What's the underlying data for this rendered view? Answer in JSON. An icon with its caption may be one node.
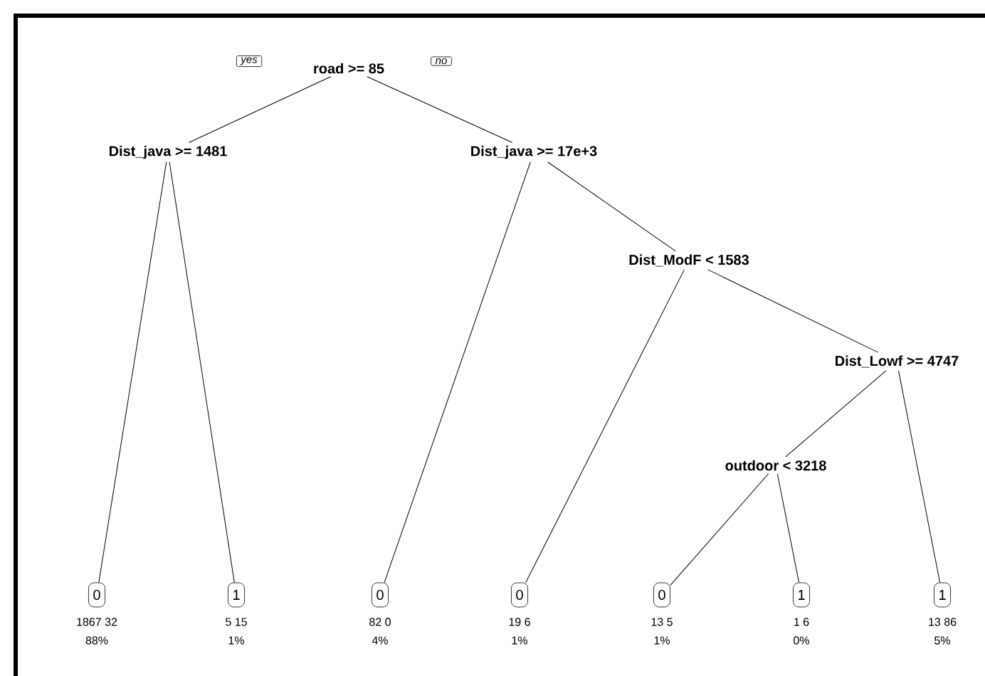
{
  "diagram": {
    "nodes": [
      {
        "text": [
          "road >= 85"
        ]
      },
      {
        "text": [
          "Dist_java >= 1481"
        ]
      },
      {
        "text": [
          "Dist_java >= 17e+3"
        ]
      },
      {
        "text": [
          "Dist_ModF < 1583"
        ]
      },
      {
        "text": [
          "Dist_Lowf >= 4747"
        ]
      },
      {
        "text": [
          "outdoor < 3218"
        ]
      },
      {
        "text": [
          "0"
        ],
        "beside": [
          "1867  32",
          "88%"
        ]
      },
      {
        "text": [
          "1"
        ],
        "beside": [
          "5  15",
          "1%"
        ]
      },
      {
        "text": [
          "0"
        ],
        "beside": [
          "82  0",
          "4%"
        ]
      },
      {
        "text": [
          "0"
        ],
        "beside": [
          "19  6",
          "1%"
        ]
      },
      {
        "text": [
          "0"
        ],
        "beside": [
          "13  5",
          "1%"
        ]
      },
      {
        "text": [
          "1"
        ],
        "beside": [
          "1  6",
          "0%"
        ]
      },
      {
        "text": [
          "1"
        ],
        "beside": [
          "13  86",
          "5%"
        ]
      }
    ],
    "edges": [
      {
        "from": 0,
        "to": 1,
        "arrow": "none"
      },
      {
        "from": 0,
        "to": 2,
        "arrow": "none"
      },
      {
        "from": 1,
        "to": 6,
        "arrow": "none"
      },
      {
        "from": 1,
        "to": 7,
        "arrow": "none"
      },
      {
        "from": 2,
        "to": 8,
        "arrow": "none"
      },
      {
        "from": 2,
        "to": 3,
        "arrow": "none"
      },
      {
        "from": 3,
        "to": 9,
        "arrow": "none"
      },
      {
        "from": 3,
        "to": 4,
        "arrow": "none"
      },
      {
        "from": 4,
        "to": 5,
        "arrow": "none"
      },
      {
        "from": 4,
        "to": 12,
        "arrow": "none"
      },
      {
        "from": 5,
        "to": 10,
        "arrow": "none"
      },
      {
        "from": 5,
        "to": 11,
        "arrow": "none"
      }
    ],
    "labels": [
      "yes",
      "no"
    ]
  }
}
